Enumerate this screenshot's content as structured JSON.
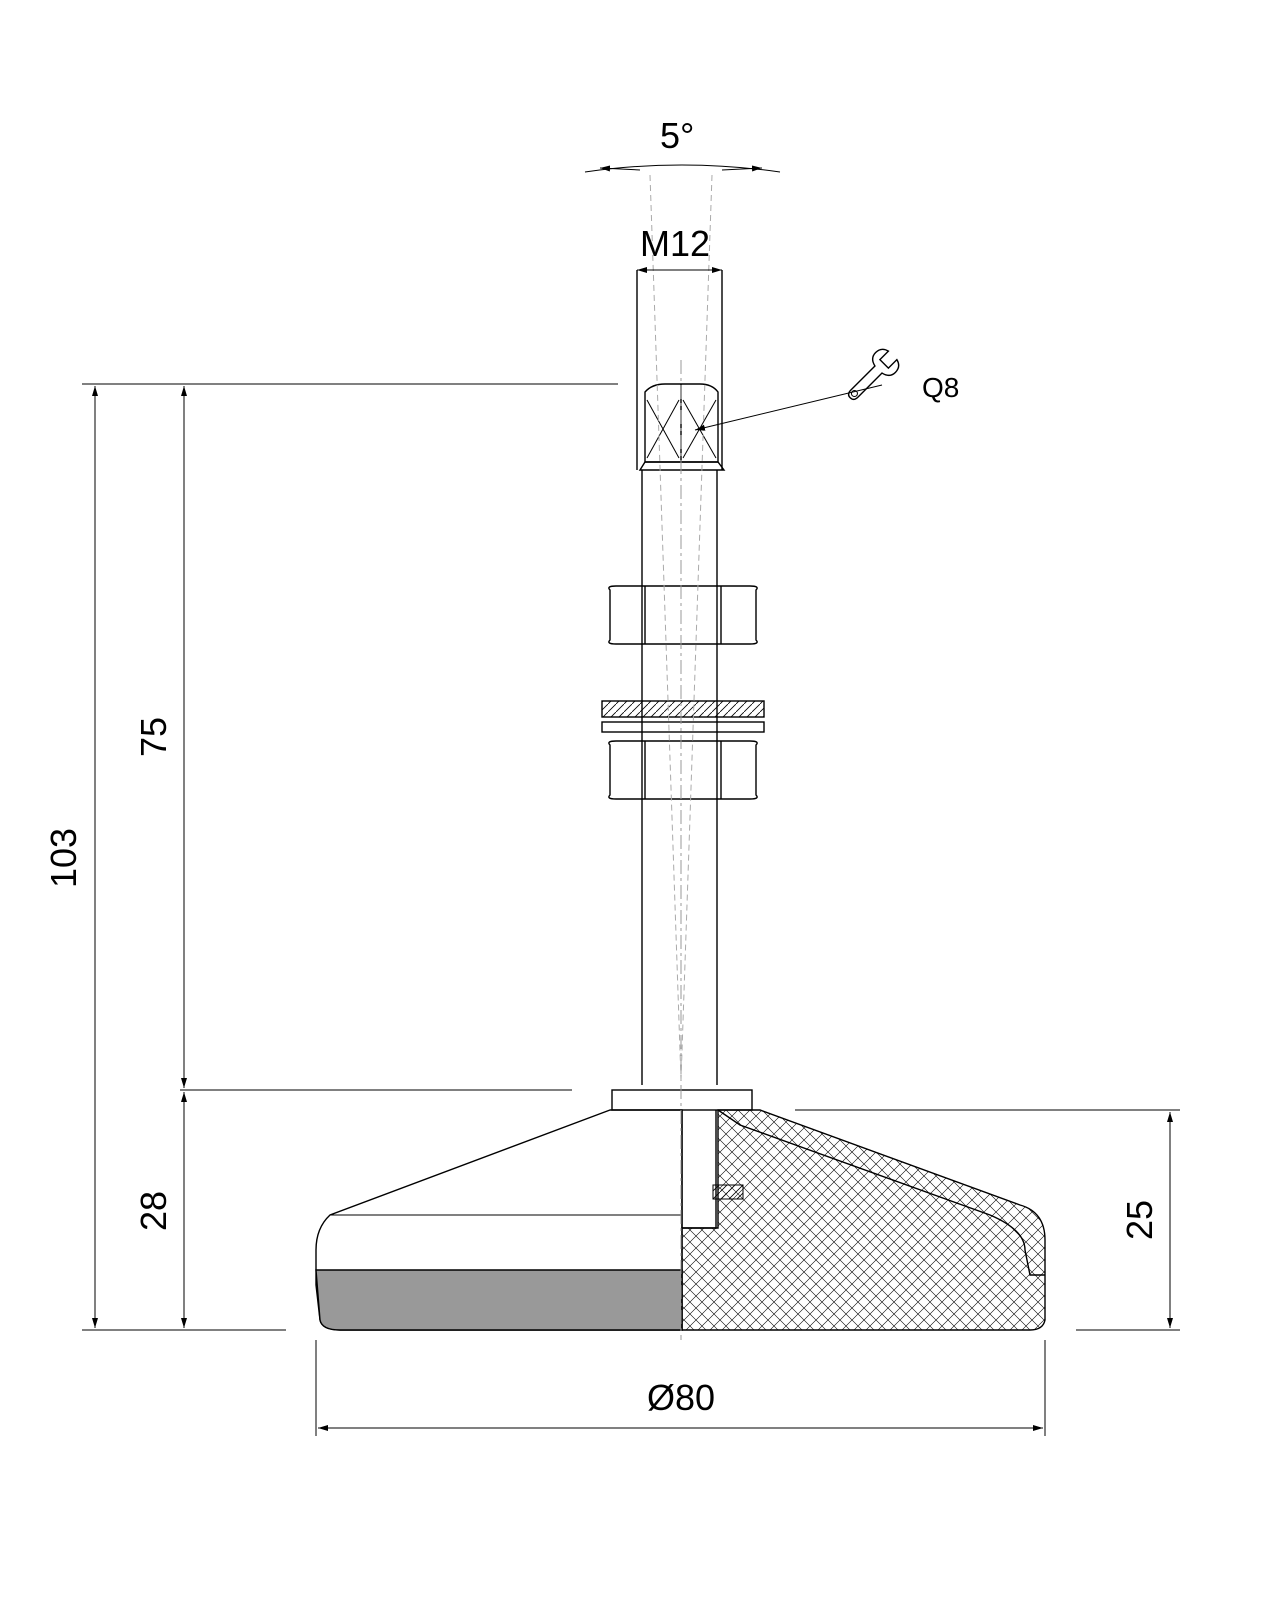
{
  "drawing": {
    "labels": {
      "angle": "5°",
      "thread": "M12",
      "wrench": "Q8",
      "total_height": "103",
      "stud_height": "75",
      "base_height": "28",
      "pad_height": "25",
      "diameter": "Ø80"
    },
    "colors": {
      "line": "#000000",
      "rubber_fill": "#999999",
      "hatch": "#000000"
    }
  }
}
